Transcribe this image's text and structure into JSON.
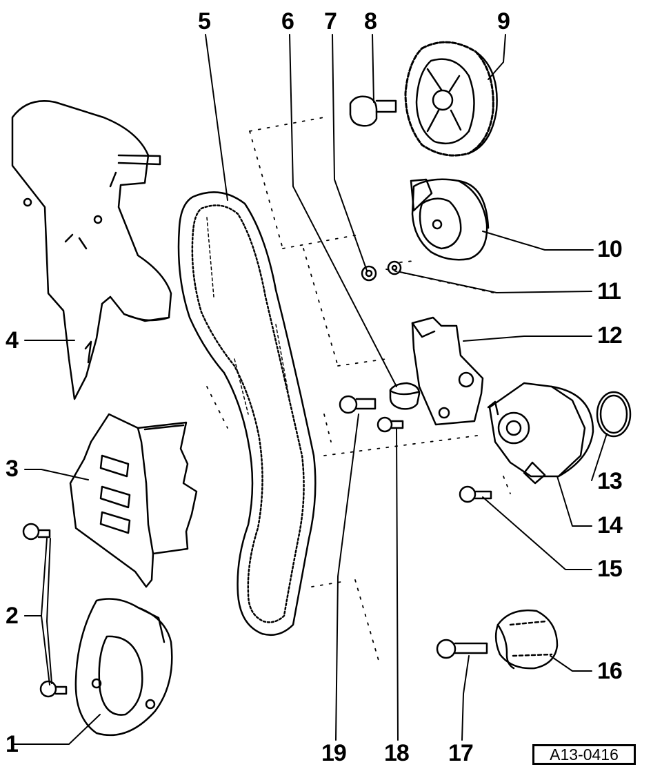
{
  "figure": {
    "reference_code": "A13-0416",
    "callouts": [
      {
        "id": "1",
        "label": "1"
      },
      {
        "id": "2",
        "label": "2"
      },
      {
        "id": "3",
        "label": "3"
      },
      {
        "id": "4",
        "label": "4"
      },
      {
        "id": "5",
        "label": "5"
      },
      {
        "id": "6",
        "label": "6"
      },
      {
        "id": "7",
        "label": "7"
      },
      {
        "id": "8",
        "label": "8"
      },
      {
        "id": "9",
        "label": "9"
      },
      {
        "id": "10",
        "label": "10"
      },
      {
        "id": "11",
        "label": "11"
      },
      {
        "id": "12",
        "label": "12"
      },
      {
        "id": "13",
        "label": "13"
      },
      {
        "id": "14",
        "label": "14"
      },
      {
        "id": "15",
        "label": "15"
      },
      {
        "id": "16",
        "label": "16"
      },
      {
        "id": "17",
        "label": "17"
      },
      {
        "id": "18",
        "label": "18"
      },
      {
        "id": "19",
        "label": "19"
      }
    ]
  },
  "colors": {
    "ink": "#000000",
    "paper": "#ffffff"
  }
}
